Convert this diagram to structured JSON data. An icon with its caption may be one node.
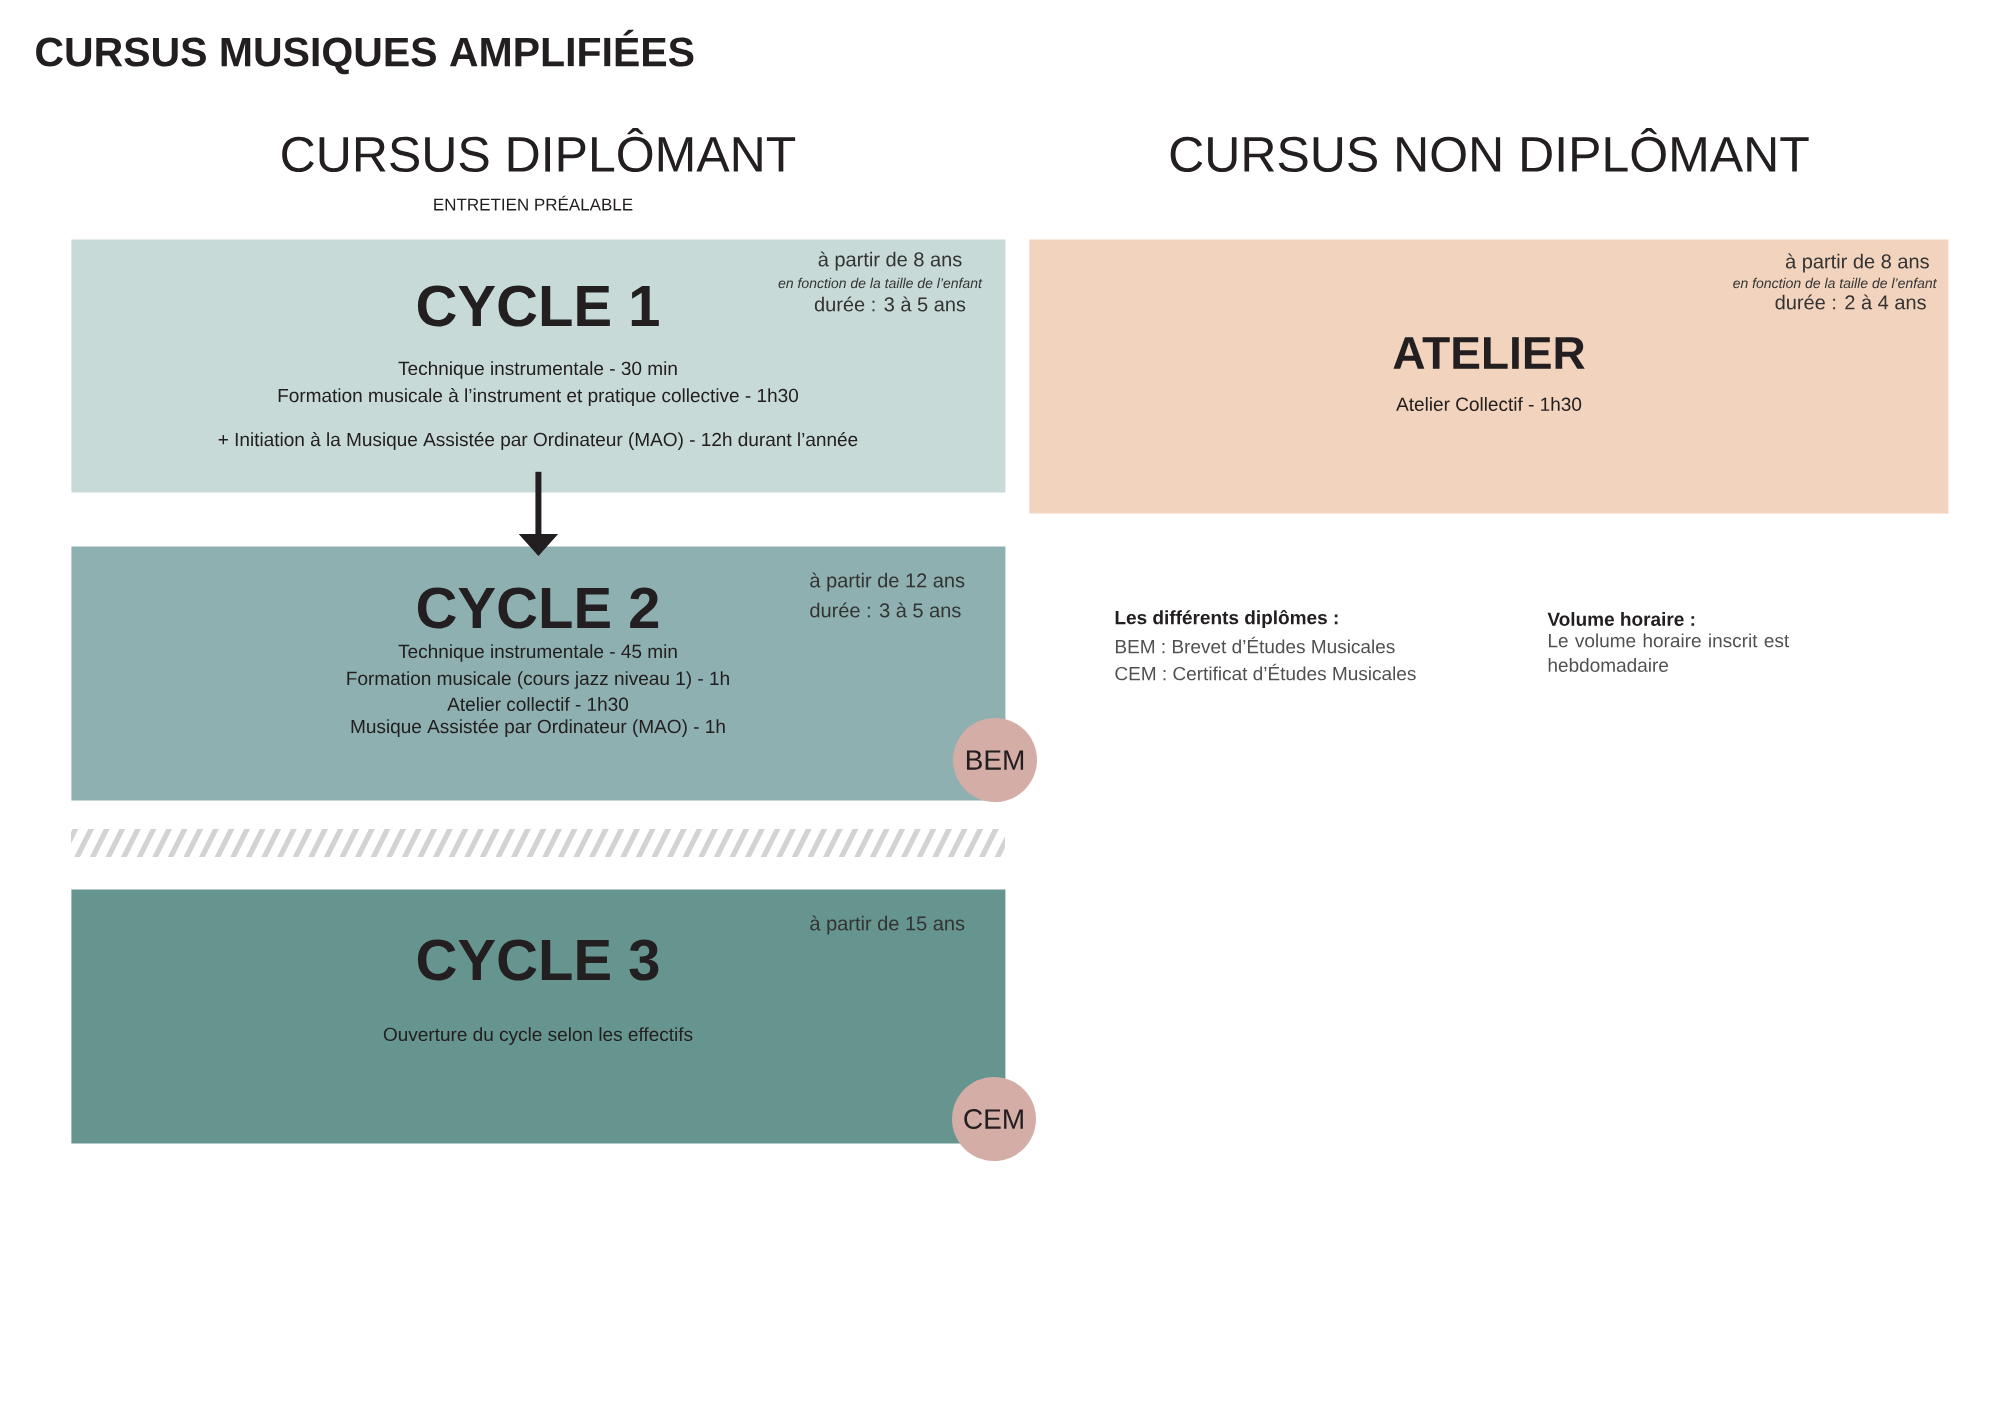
{
  "diagram": {
    "title": "CURSUS MUSIQUES AMPLIFIÉES",
    "nodes": [
      {
        "text": [
          "CYCLE 1",
          "Technique instrumentale - 30 min",
          "Formation musicale à l’instrument et pratique collective - 1h30",
          "+ Initiation à la Musique Assistée par Ordinateur (MAO) - 12h durant l’année",
          "à partir de 8 ans",
          "en fonction de la taille de l’enfant",
          "durée : 3 à 5 ans"
        ]
      },
      {
        "text": [
          "CYCLE 2",
          "Technique instrumentale - 45 min",
          "Formation musicale (cours jazz niveau 1) - 1h",
          "Atelier collectif - 1h30",
          "Musique Assistée par Ordinateur (MAO) - 1h",
          "à partir de 12 ans",
          "durée : 3 à 5 ans"
        ]
      },
      {
        "text": [
          "BEM"
        ]
      },
      {
        "text": [
          "CYCLE 3",
          "Ouverture du cycle selon les effectifs",
          "à partir de 15 ans"
        ]
      },
      {
        "text": [
          "CEM"
        ]
      },
      {
        "text": [
          "ATELIER",
          "Atelier Collectif - 1h30",
          "à partir de 8 ans",
          "en fonction de la taille de l’enfant",
          "durée : 2 à 4 ans"
        ]
      }
    ],
    "edges": [
      {
        "from": 0,
        "to": 1,
        "arrow": "to"
      }
    ],
    "labels": [
      "CURSUS DIPLÔMANT",
      "ENTRETIEN PRÉALABLE",
      "CURSUS NON DIPLÔMANT",
      "Les différents diplômes :",
      "BEM : Brevet d’Études Musicales",
      "CEM : Certificat d’Études Musicales",
      "Volume horaire :",
      "Le volume horaire inscrit est hebdomadaire"
    ]
  }
}
